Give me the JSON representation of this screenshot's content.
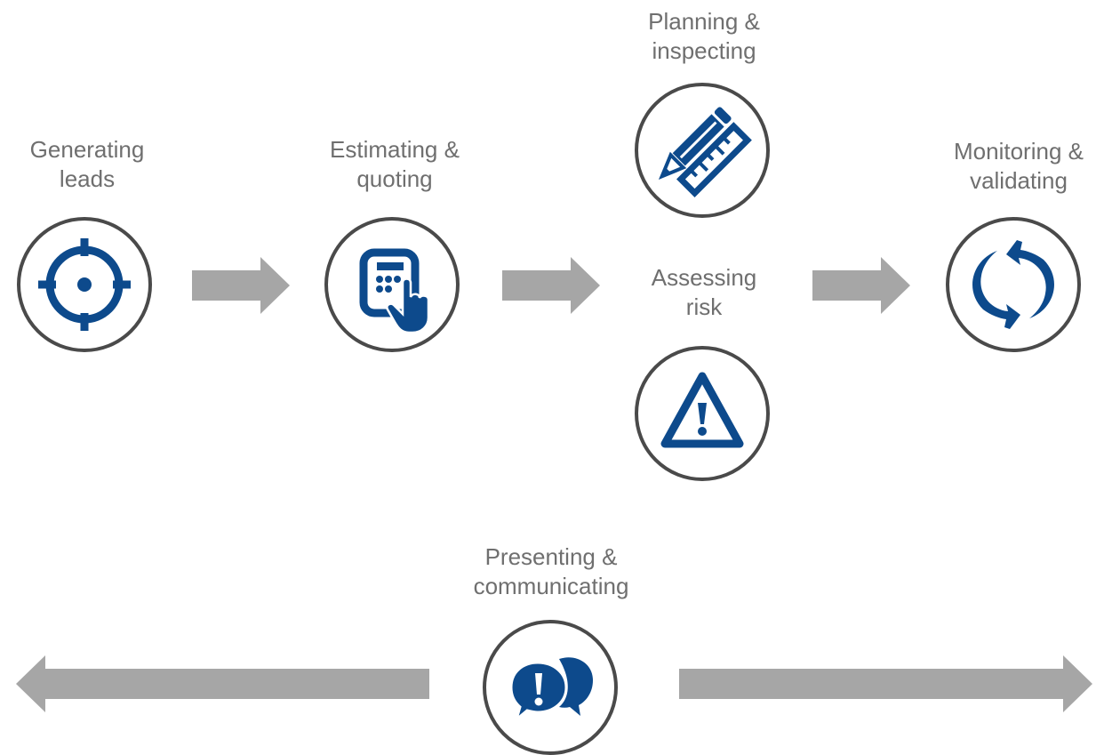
{
  "colors": {
    "icon": "#0d4a8c",
    "arrow": "#a6a6a6",
    "label": "#6f6f6f",
    "ring": "#4a4a4a"
  },
  "steps": [
    {
      "line1": "Generating",
      "line2": "leads",
      "icon": "target-icon"
    },
    {
      "line1": "Estimating &",
      "line2": "quoting",
      "icon": "calculator-tap-icon"
    },
    {
      "line1": "Planning &",
      "line2": "inspecting",
      "icon": "pencil-ruler-icon"
    },
    {
      "line1": "Assessing",
      "line2": "risk",
      "icon": "warning-triangle-icon"
    },
    {
      "line1": "Monitoring &",
      "line2": "validating",
      "icon": "refresh-cycle-icon"
    },
    {
      "line1": "Presenting &",
      "line2": "communicating",
      "icon": "speech-bubbles-icon"
    }
  ]
}
